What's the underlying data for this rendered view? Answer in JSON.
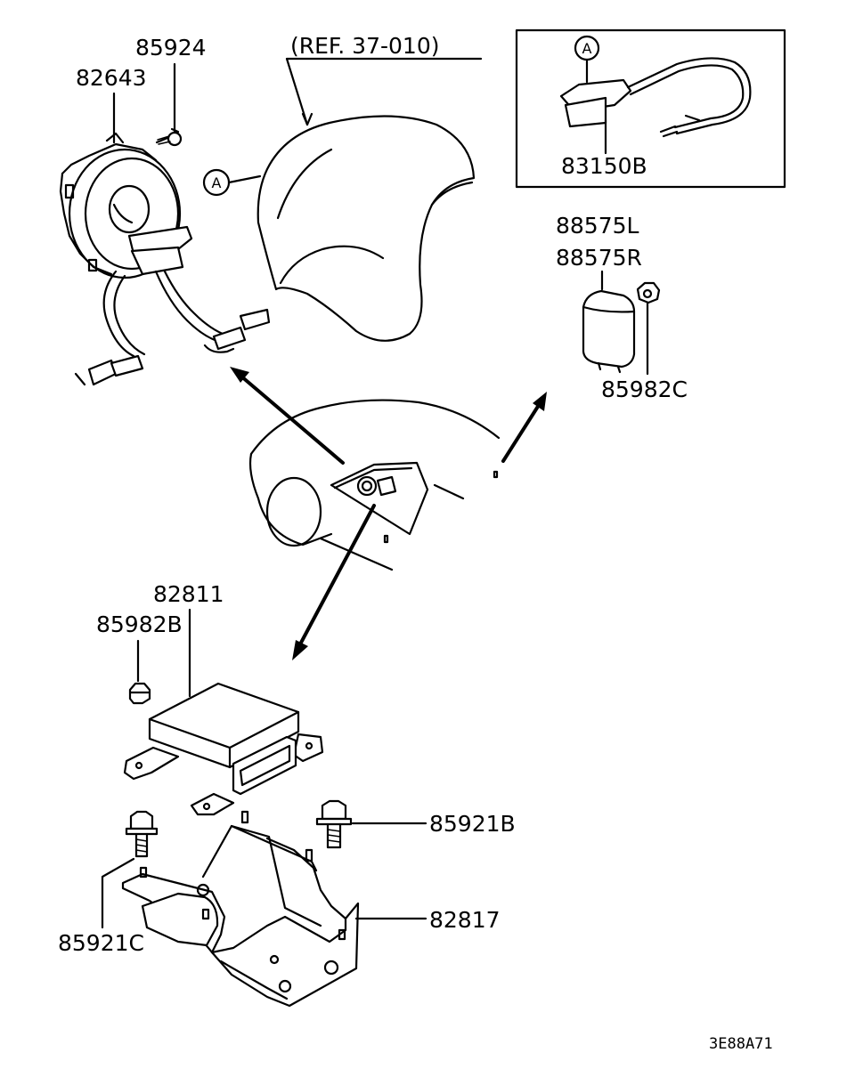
{
  "parts": {
    "p85924": "85924",
    "p82643": "82643",
    "ref": "(REF. 37-010)",
    "p83150B": "83150B",
    "p88575L": "88575L",
    "p88575R": "88575R",
    "p85982C": "85982C",
    "p82811": "82811",
    "p85982B": "85982B",
    "p85921B": "85921B",
    "p82817": "82817",
    "p85921C": "85921C"
  },
  "callouts": {
    "a_main": "A",
    "a_inset": "A"
  },
  "drawing_code": "3E88A71"
}
